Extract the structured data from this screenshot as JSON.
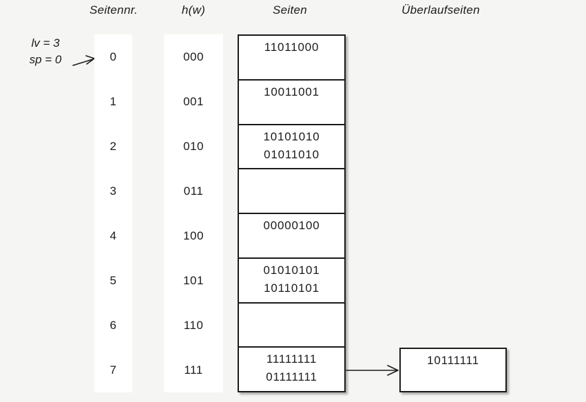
{
  "colors": {
    "background": "#f5f5f3",
    "ink": "#1a1a1a",
    "page_fill": "#ffffff"
  },
  "headers": {
    "seitennr": "Seitennr.",
    "hw": "h(w)",
    "seiten": "Seiten",
    "ueberlauf": "Überlaufseiten"
  },
  "annotation": {
    "lv": "lv = 3",
    "sp": "sp = 0",
    "points_to_row": "0"
  },
  "rows": [
    {
      "nr": "0",
      "hw": "000",
      "values": [
        "11011000"
      ]
    },
    {
      "nr": "1",
      "hw": "001",
      "values": [
        "10011001"
      ]
    },
    {
      "nr": "2",
      "hw": "010",
      "values": [
        "10101010",
        "01011010"
      ]
    },
    {
      "nr": "3",
      "hw": "011",
      "values": []
    },
    {
      "nr": "4",
      "hw": "100",
      "values": [
        "00000100"
      ]
    },
    {
      "nr": "5",
      "hw": "101",
      "values": [
        "01010101",
        "10110101"
      ]
    },
    {
      "nr": "6",
      "hw": "110",
      "values": []
    },
    {
      "nr": "7",
      "hw": "111",
      "values": [
        "11111111",
        "01111111"
      ]
    }
  ],
  "overflow": {
    "from_row": "7",
    "values": [
      "10111111"
    ]
  }
}
